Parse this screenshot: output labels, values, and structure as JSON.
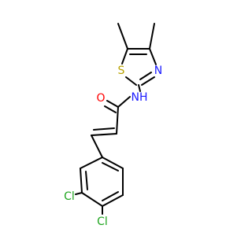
{
  "atoms": [
    {
      "id": "S",
      "text": "S",
      "color": "#b8a200"
    },
    {
      "id": "N_ring",
      "text": "N",
      "color": "#1a1aff"
    },
    {
      "id": "NH",
      "text": "NH",
      "color": "#1a1aff"
    },
    {
      "id": "O",
      "text": "O",
      "color": "#ff0000"
    },
    {
      "id": "Cl1",
      "text": "Cl",
      "color": "#1fa51f"
    },
    {
      "id": "Cl2",
      "text": "Cl",
      "color": "#1fa51f"
    }
  ]
}
